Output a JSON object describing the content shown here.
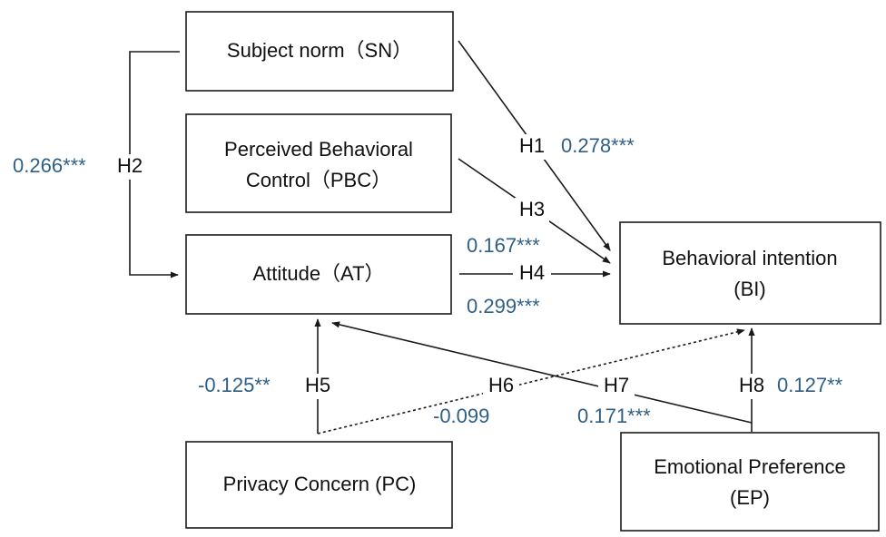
{
  "nodes": {
    "sn": {
      "lines": [
        "Subject norm（SN）"
      ]
    },
    "pbc": {
      "lines": [
        "Perceived Behavioral",
        "Control（PBC）"
      ]
    },
    "at": {
      "lines": [
        "Attitude（AT）"
      ]
    },
    "bi": {
      "lines": [
        "Behavioral intention",
        "(BI)"
      ]
    },
    "pc": {
      "lines": [
        "Privacy Concern (PC)"
      ]
    },
    "ep": {
      "lines": [
        "Emotional Preference",
        "(EP)"
      ]
    }
  },
  "hypotheses": {
    "h1": {
      "label": "H1",
      "coef": "0.278***"
    },
    "h2": {
      "label": "H2",
      "coef": "0.266***"
    },
    "h3": {
      "label": "H3",
      "coef": "0.167***"
    },
    "h4": {
      "label": "H4",
      "coef": "0.299***"
    },
    "h5": {
      "label": "H5",
      "coef": "-0.125**"
    },
    "h6": {
      "label": "H6",
      "coef": "-0.099"
    },
    "h7": {
      "label": "H7",
      "coef": "0.171***"
    },
    "h8": {
      "label": "H8",
      "coef": "0.127**"
    }
  },
  "colors": {
    "coefficient": "#2f5f86",
    "line": "#1a1a1a",
    "text": "#111111"
  }
}
